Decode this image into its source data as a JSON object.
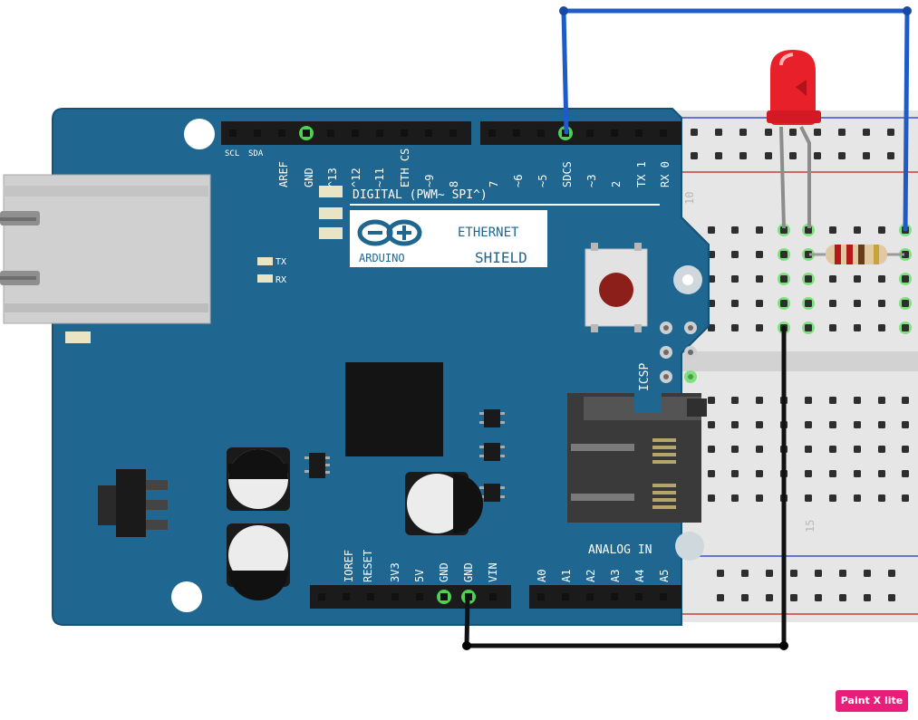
{
  "board": {
    "digital_title": "DIGITAL (PWM~ SPI^)",
    "logo_text": "ARDUINO",
    "shield_line1": "ETHERNET",
    "shield_line2": "SHIELD",
    "analog_title": "ANALOG IN",
    "icsp_label": "ICSP",
    "tx_label": "TX",
    "rx_label": "RX",
    "scl_label": "SCL",
    "sda_label": "SDA",
    "top_pins_left": [
      "AREF",
      "GND",
      "^13",
      "^12",
      "~11",
      "ETH CS",
      "~9",
      "8"
    ],
    "top_pins_right": [
      "7",
      "~6",
      "~5",
      "SDCS",
      "~3",
      "2",
      "TX 1",
      "RX 0"
    ],
    "power_pins": [
      "IOREF",
      "RESET",
      "3V3",
      "5V",
      "GND",
      "GND",
      "VIN"
    ],
    "analog_pins": [
      "A0",
      "A1",
      "A2",
      "A3",
      "A4",
      "A5"
    ]
  },
  "breadboard": {
    "column_label_10": "10",
    "column_label_15": "15"
  },
  "colors": {
    "board": "#1f6690",
    "board_edge": "#175173",
    "breadboard": "#e6e6e6",
    "wire_blue": "#1e5bc6",
    "wire_black": "#111111",
    "led": "#e8202a",
    "green_highlight": "#4fd04f"
  },
  "watermark": "Paint X lite"
}
